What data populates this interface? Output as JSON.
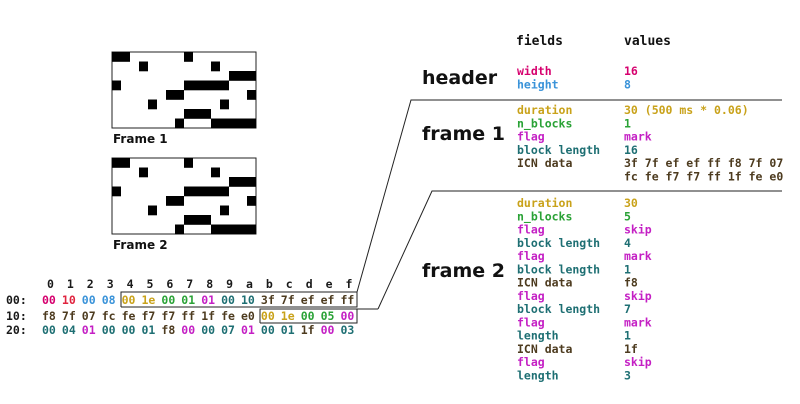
{
  "colors": {
    "dark": "#1a1a1a",
    "magenta": "#d6006e",
    "red": "#e0243f",
    "blue": "#3a93d9",
    "gold": "#c9a21a",
    "green": "#2aa236",
    "purple": "#c41fc4",
    "teal": "#1e6f73",
    "brown": "#4d3b1f"
  },
  "headers": {
    "fields": "fields",
    "values": "values"
  },
  "sections": [
    {
      "title": "header",
      "rows": [
        {
          "field": "width",
          "value": "16",
          "color": "magenta"
        },
        {
          "field": "height",
          "value": "8",
          "color": "blue"
        }
      ]
    },
    {
      "title": "frame 1",
      "rows": [
        {
          "field": "duration",
          "value": "30 (500 ms * 0.06)",
          "color": "gold"
        },
        {
          "field": "n_blocks",
          "value": "1",
          "color": "green"
        },
        {
          "field": "flag",
          "value": "mark",
          "color": "purple"
        },
        {
          "field": "block length",
          "value": "16",
          "color": "teal"
        },
        {
          "field": "ICN data",
          "value": "3f 7f ef ef ff f8 7f 07",
          "value2": "fc fe f7 f7 ff 1f fe e0",
          "color": "brown"
        }
      ]
    },
    {
      "title": "frame 2",
      "rows": [
        {
          "field": "duration",
          "value": "30",
          "color": "gold"
        },
        {
          "field": "n_blocks",
          "value": "5",
          "color": "green"
        },
        {
          "field": "flag",
          "value": "skip",
          "color": "purple"
        },
        {
          "field": "block length",
          "value": "4",
          "color": "teal"
        },
        {
          "field": "flag",
          "value": "mark",
          "color": "purple"
        },
        {
          "field": "block length",
          "value": "1",
          "color": "teal"
        },
        {
          "field": "ICN data",
          "value": "f8",
          "color": "brown"
        },
        {
          "field": "flag",
          "value": "skip",
          "color": "purple"
        },
        {
          "field": "block length",
          "value": "7",
          "color": "teal"
        },
        {
          "field": "flag",
          "value": "mark",
          "color": "purple"
        },
        {
          "field": "length",
          "value": "1",
          "color": "teal"
        },
        {
          "field": "ICN data",
          "value": "1f",
          "color": "brown"
        },
        {
          "field": "flag",
          "value": "skip",
          "color": "purple"
        },
        {
          "field": "length",
          "value": "3",
          "color": "teal"
        }
      ]
    }
  ],
  "frames": [
    {
      "caption": "Frame 1",
      "bytes": [
        "3f",
        "7f",
        "ef",
        "ef",
        "ff",
        "f8",
        "7f",
        "07",
        "fc",
        "fe",
        "f7",
        "f7",
        "ff",
        "1f",
        "fe",
        "e0"
      ]
    },
    {
      "caption": "Frame 2",
      "bytes": [
        "3f",
        "7f",
        "ef",
        "ef",
        "ff",
        "f8",
        "7f",
        "07",
        "fc",
        "fe",
        "f7",
        "f7",
        "ff",
        "1f",
        "fe",
        "e0"
      ]
    }
  ],
  "hexdump": {
    "columns": [
      "0",
      "1",
      "2",
      "3",
      "4",
      "5",
      "6",
      "7",
      "8",
      "9",
      "a",
      "b",
      "c",
      "d",
      "e",
      "f"
    ],
    "rows": [
      {
        "label": "00:",
        "bytes": [
          {
            "t": "00",
            "c": "magenta"
          },
          {
            "t": "10",
            "c": "red"
          },
          {
            "t": "00",
            "c": "blue"
          },
          {
            "t": "08",
            "c": "blue"
          },
          {
            "t": "00",
            "c": "gold"
          },
          {
            "t": "1e",
            "c": "gold"
          },
          {
            "t": "00",
            "c": "green"
          },
          {
            "t": "01",
            "c": "green"
          },
          {
            "t": "01",
            "c": "purple"
          },
          {
            "t": "00",
            "c": "teal"
          },
          {
            "t": "10",
            "c": "teal"
          },
          {
            "t": "3f",
            "c": "brown"
          },
          {
            "t": "7f",
            "c": "brown"
          },
          {
            "t": "ef",
            "c": "brown"
          },
          {
            "t": "ef",
            "c": "brown"
          },
          {
            "t": "ff",
            "c": "brown"
          }
        ]
      },
      {
        "label": "10:",
        "bytes": [
          {
            "t": "f8",
            "c": "brown"
          },
          {
            "t": "7f",
            "c": "brown"
          },
          {
            "t": "07",
            "c": "brown"
          },
          {
            "t": "fc",
            "c": "brown"
          },
          {
            "t": "fe",
            "c": "brown"
          },
          {
            "t": "f7",
            "c": "brown"
          },
          {
            "t": "f7",
            "c": "brown"
          },
          {
            "t": "ff",
            "c": "brown"
          },
          {
            "t": "1f",
            "c": "brown"
          },
          {
            "t": "fe",
            "c": "brown"
          },
          {
            "t": "e0",
            "c": "brown"
          },
          {
            "t": "00",
            "c": "gold"
          },
          {
            "t": "1e",
            "c": "gold"
          },
          {
            "t": "00",
            "c": "green"
          },
          {
            "t": "05",
            "c": "green"
          },
          {
            "t": "00",
            "c": "purple"
          }
        ]
      },
      {
        "label": "20:",
        "bytes": [
          {
            "t": "00",
            "c": "teal"
          },
          {
            "t": "04",
            "c": "teal"
          },
          {
            "t": "01",
            "c": "purple"
          },
          {
            "t": "00",
            "c": "teal"
          },
          {
            "t": "00",
            "c": "teal"
          },
          {
            "t": "01",
            "c": "teal"
          },
          {
            "t": "f8",
            "c": "brown"
          },
          {
            "t": "00",
            "c": "purple"
          },
          {
            "t": "00",
            "c": "teal"
          },
          {
            "t": "07",
            "c": "teal"
          },
          {
            "t": "01",
            "c": "purple"
          },
          {
            "t": "00",
            "c": "teal"
          },
          {
            "t": "01",
            "c": "teal"
          },
          {
            "t": "1f",
            "c": "brown"
          },
          {
            "t": "00",
            "c": "purple"
          },
          {
            "t": "03",
            "c": "teal"
          }
        ]
      }
    ]
  }
}
